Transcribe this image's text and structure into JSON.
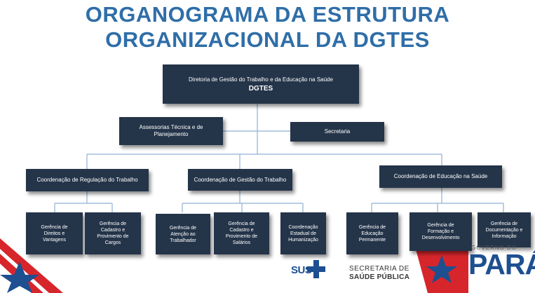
{
  "title": {
    "line1": "ORGANOGRAMA DA ESTRUTURA",
    "line2": "ORGANIZACIONAL DA DGTES"
  },
  "root": {
    "line1": "Diretoria de Gestão do Trabalho e da Educação na Saúde",
    "line2": "DGTES"
  },
  "staff": {
    "assessorias": "Assessorias Técnica e de Planejamento",
    "secretaria": "Secretaria"
  },
  "coordinations": {
    "regulacao": "Coordenação de Regulação do Trabalho",
    "gestao": "Coordenação de Gestão do Trabalho",
    "educacao": "Coordenação de Educação na Saúde"
  },
  "units": {
    "direitos": [
      "Gerência de",
      "Direitos e",
      "Vantagens"
    ],
    "cadastro_cargos": [
      "Gerência de",
      "Cadastro e",
      "Provimento de",
      "Cargos"
    ],
    "atencao": [
      "Gerência de",
      "Atenção ao",
      "Trabalhador"
    ],
    "cadastro_salarios": [
      "Gerência de",
      "Cadastro e",
      "Provimento de",
      "Salários"
    ],
    "humanizacao": [
      "Coordenação",
      "Estadual de",
      "Humanização"
    ],
    "educacao_permanente": [
      "Gerência de",
      "Educação",
      "Permanente"
    ],
    "formacao": [
      "Gerência de",
      "Formação e",
      "Desenvolvimento"
    ],
    "documentacao": [
      "Gerência de",
      "Documentação e",
      "Informação"
    ]
  },
  "footer": {
    "sus": "SUS",
    "secretaria_line1": "SECRETARIA DE",
    "secretaria_line2": "SAÚDE PÚBLICA",
    "para": "PARÁ",
    "governo": "GOVERNO DO"
  },
  "colors": {
    "title": "#2f6ea8",
    "box": "#243449",
    "connector": "#8fb1d6",
    "star": "#1d4f91",
    "stripe": "#d6262b"
  }
}
